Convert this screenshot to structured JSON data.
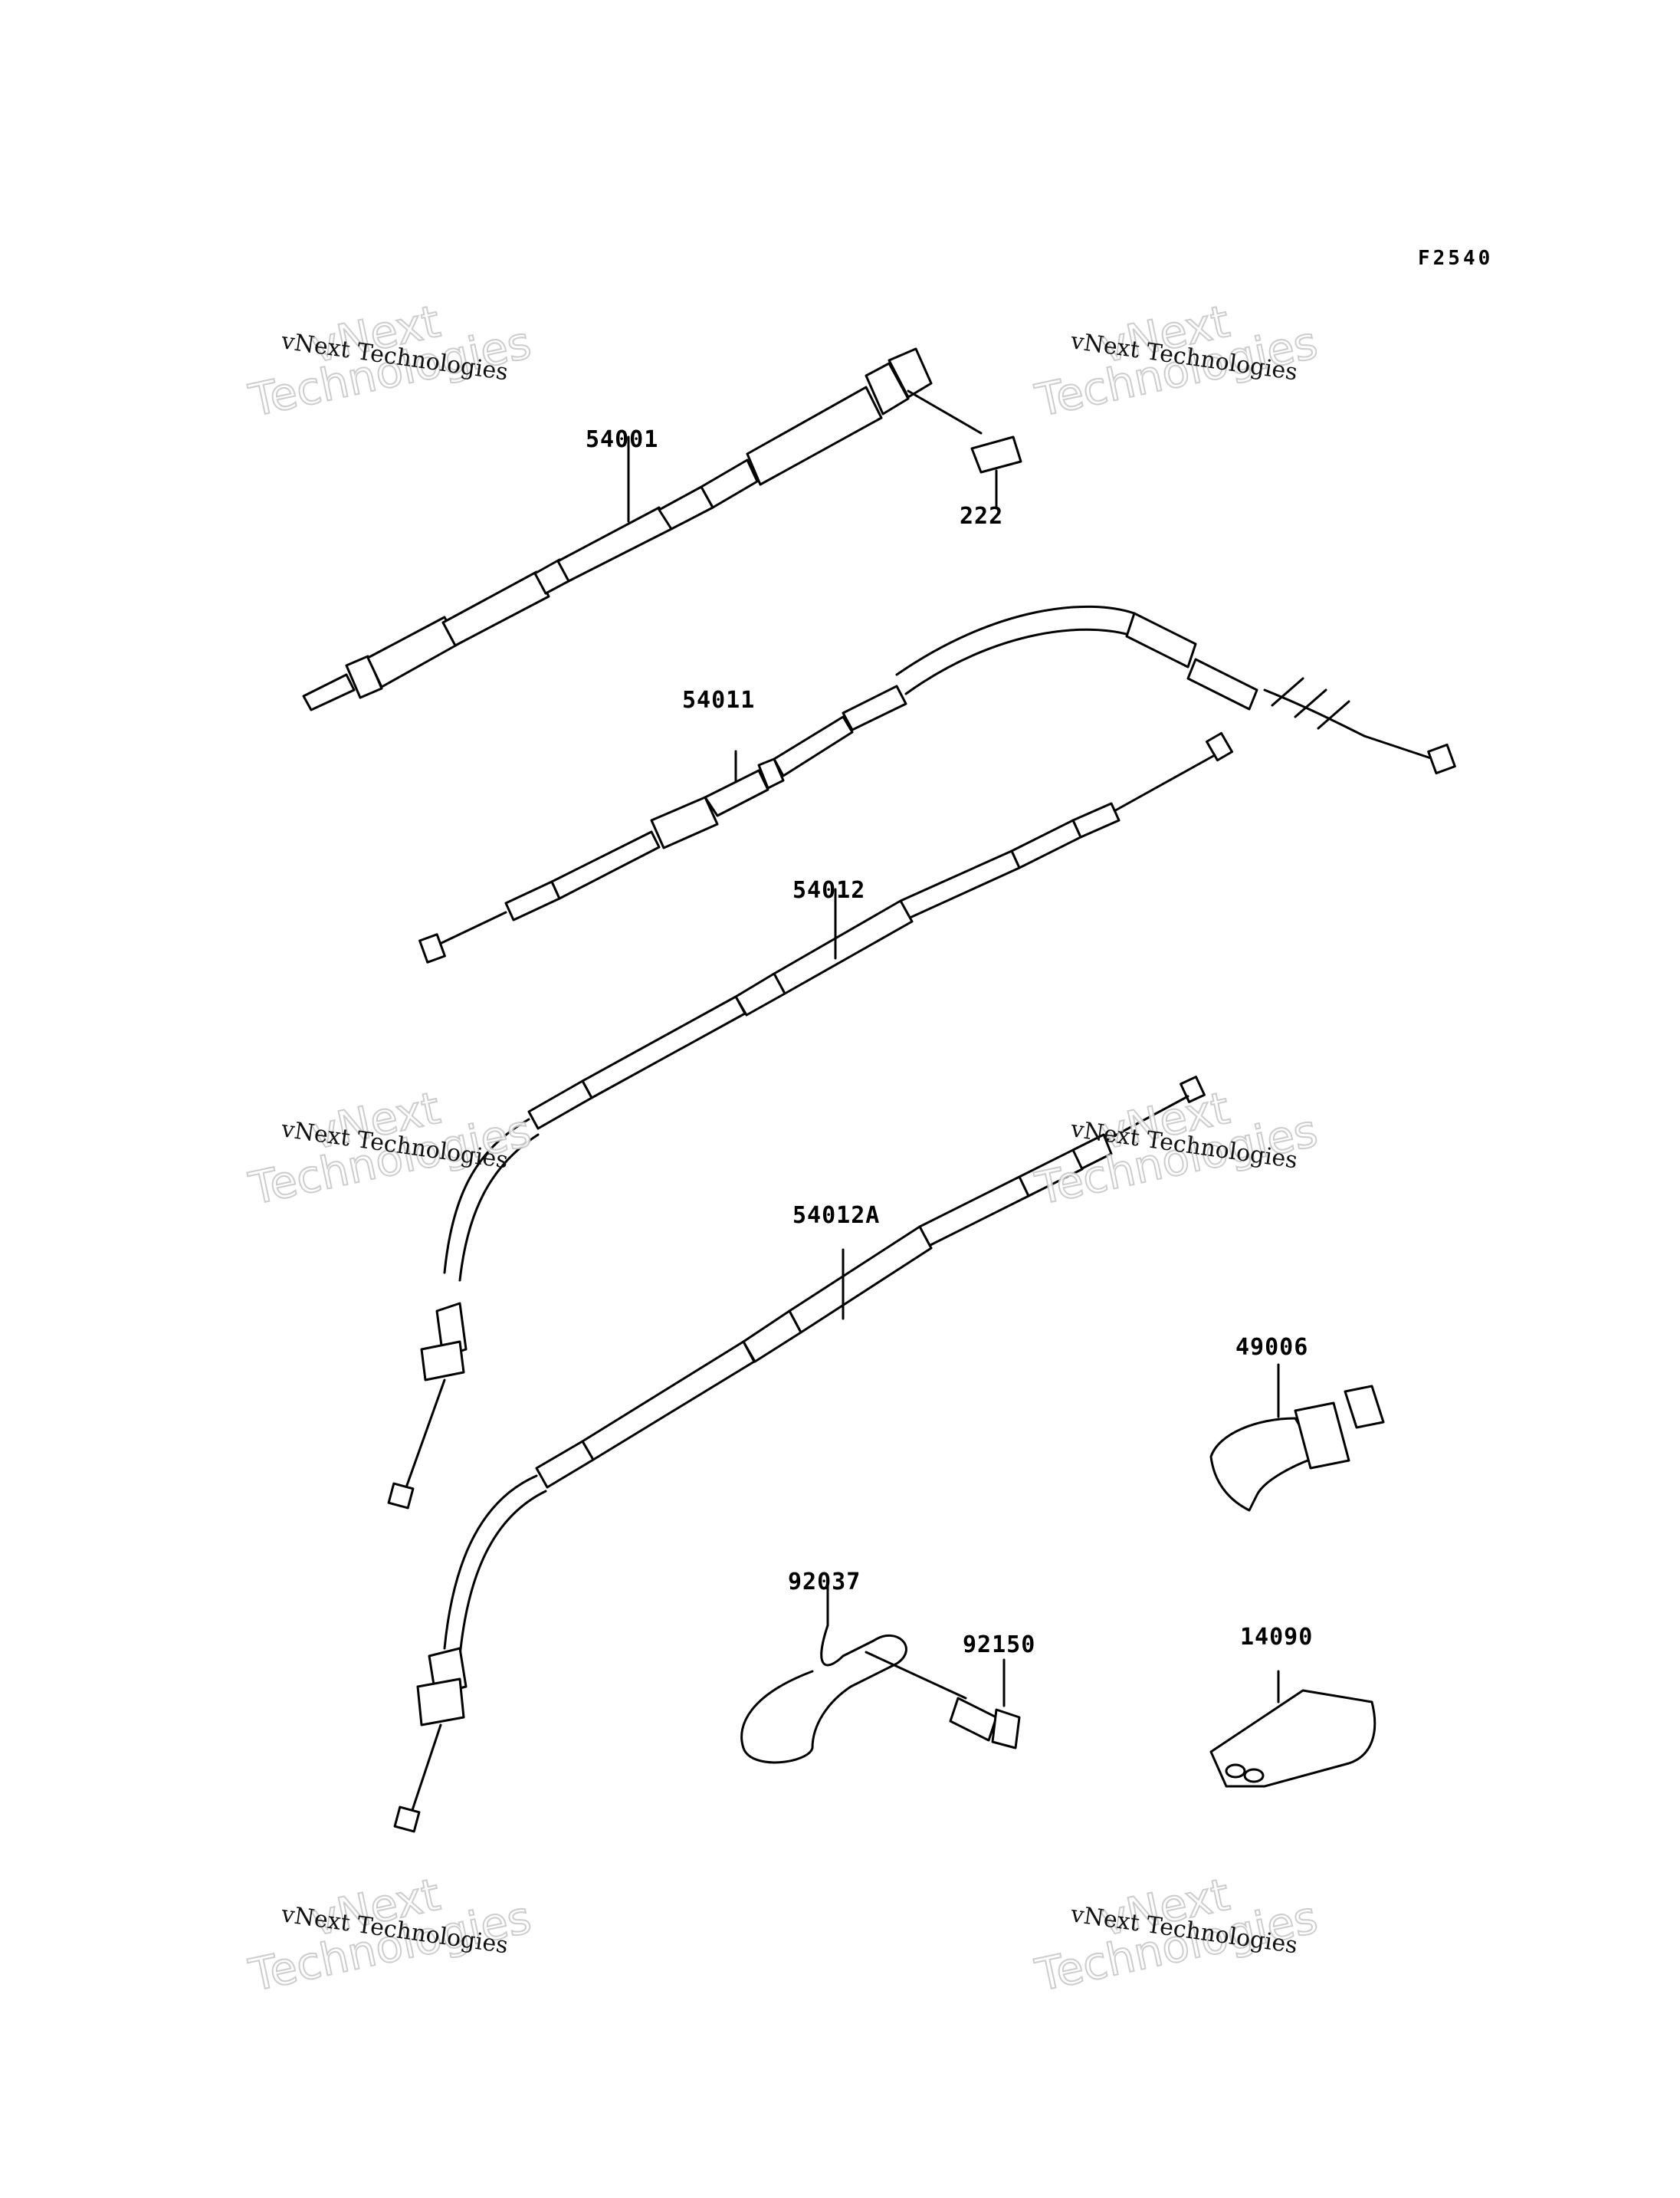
{
  "diagram": {
    "code": "F2540",
    "parts": [
      {
        "id": "54001",
        "label": "54001"
      },
      {
        "id": "222",
        "label": "222"
      },
      {
        "id": "54011",
        "label": "54011"
      },
      {
        "id": "54012",
        "label": "54012"
      },
      {
        "id": "54012A",
        "label": "54012A"
      },
      {
        "id": "49006",
        "label": "49006"
      },
      {
        "id": "92037",
        "label": "92037"
      },
      {
        "id": "92150",
        "label": "92150"
      },
      {
        "id": "14090",
        "label": "14090"
      }
    ]
  },
  "watermark": {
    "line": "vNext Technologies",
    "big_top": "vNext",
    "big_bottom": "Technologies"
  }
}
